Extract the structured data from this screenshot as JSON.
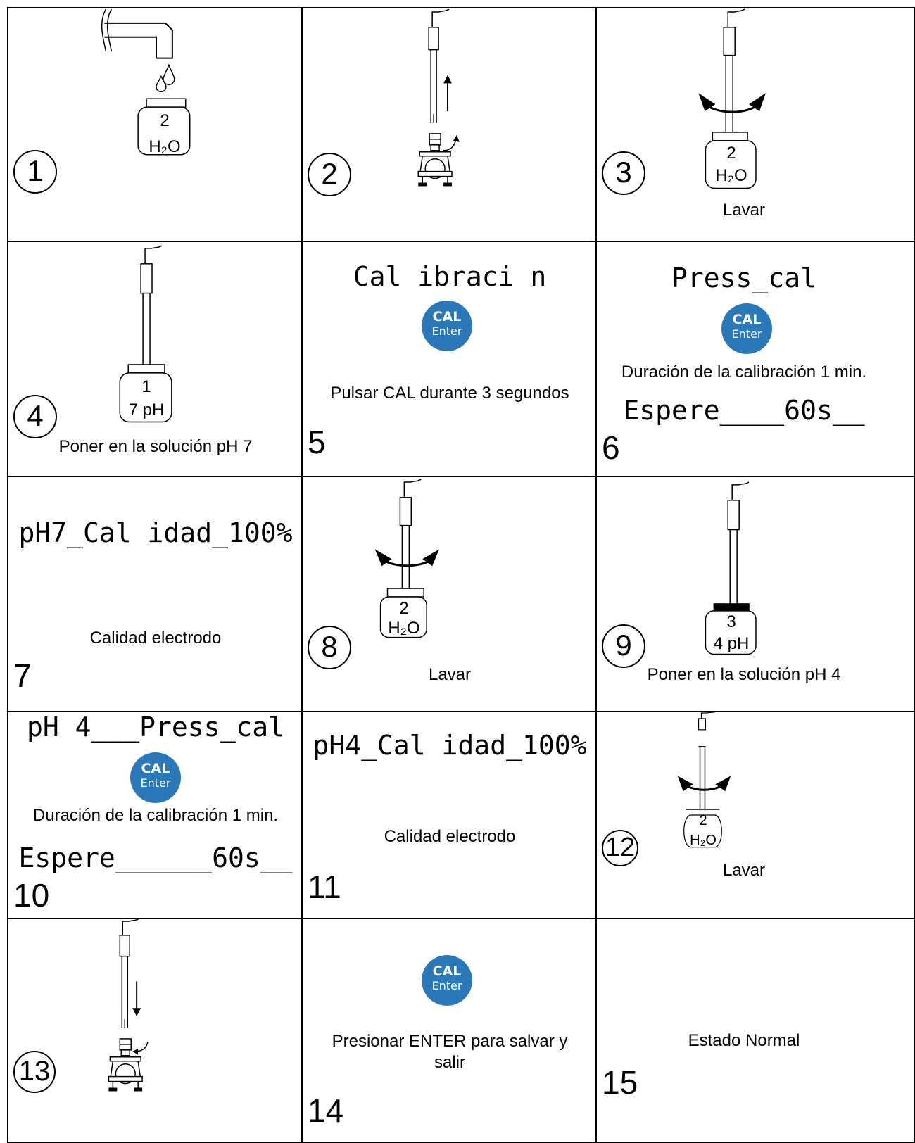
{
  "steps": {
    "s1": {
      "number": "1",
      "bottle_num": "2",
      "bottle_text": "H₂O"
    },
    "s2": {
      "number": "2"
    },
    "s3": {
      "number": "3",
      "bottle_num": "2",
      "bottle_text": "H₂O",
      "caption": "Lavar"
    },
    "s4": {
      "number": "4",
      "bottle_num": "1",
      "bottle_text": "7 pH",
      "caption": "Poner en la solución pH 7"
    },
    "s5": {
      "number": "5",
      "display": "Cal ibraci  n",
      "caption": "Pulsar CAL durante 3 segundos"
    },
    "s6": {
      "number": "6",
      "display": "Press_cal",
      "caption": "Duración de la calibración 1 min.",
      "wait": "Espere____60s__"
    },
    "s7": {
      "number": "7",
      "display": "pH7_Cal idad_100%",
      "caption": "Calidad electrodo"
    },
    "s8": {
      "number": "8",
      "bottle_num": "2",
      "bottle_text": "H₂O",
      "caption": "Lavar"
    },
    "s9": {
      "number": "9",
      "bottle_num": "3",
      "bottle_text": "4 pH",
      "caption": "Poner en la solución pH 4"
    },
    "s10": {
      "number": "10",
      "display": "pH 4___Press_cal",
      "caption": "Duración de la calibración 1 min.",
      "wait": "Espere______60s__"
    },
    "s11": {
      "number": "11",
      "display": "pH4_Cal idad_100%",
      "caption": "Calidad electrodo"
    },
    "s12": {
      "number": "12",
      "bottle_num": "2",
      "bottle_text": "H₂O",
      "caption": "Lavar"
    },
    "s13": {
      "number": "13"
    },
    "s14": {
      "number": "14",
      "caption": "Presionar ENTER para salvar y salir"
    },
    "s15": {
      "number": "15",
      "caption": "Estado Normal"
    }
  },
  "cal_button": {
    "label_top": "CAL",
    "label_bottom": "Enter",
    "color": "#2b78b8"
  }
}
